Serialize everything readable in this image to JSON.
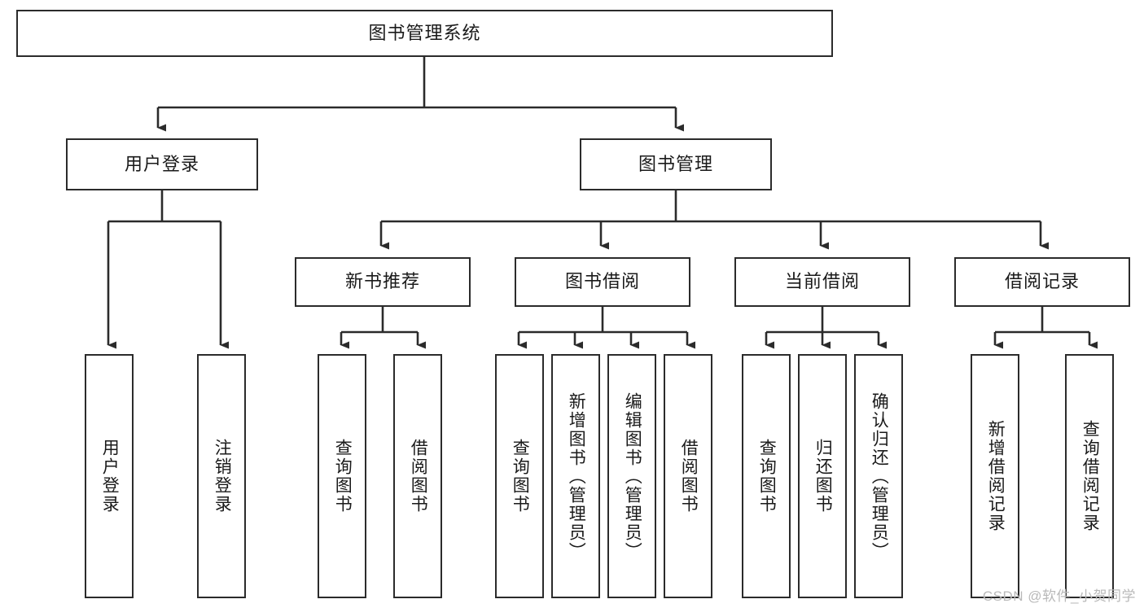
{
  "diagram": {
    "title": "图书管理系统",
    "type": "tree-hierarchy",
    "watermark": "CSDN @软件_小贺同学",
    "colors": {
      "border": "#2b2b2b",
      "background": "#ffffff",
      "text": "#1a1a1a",
      "edge": "#2b2b2b",
      "watermark": "#b9b9b9"
    },
    "root": {
      "label": "图书管理系统"
    },
    "level2": [
      {
        "label": "用户登录"
      },
      {
        "label": "图书管理"
      }
    ],
    "level3": [
      {
        "label": "新书推荐"
      },
      {
        "label": "图书借阅"
      },
      {
        "label": "当前借阅"
      },
      {
        "label": "借阅记录"
      }
    ],
    "leaves": {
      "user_login": [
        {
          "label": "用户登录"
        },
        {
          "label": "注销登录"
        }
      ],
      "new_book_recommend": [
        {
          "label": "查询图书"
        },
        {
          "label": "借阅图书"
        }
      ],
      "book_borrow": [
        {
          "label": "查询图书"
        },
        {
          "label": "新增图书（管理员）"
        },
        {
          "label": "编辑图书（管理员）"
        },
        {
          "label": "借阅图书"
        }
      ],
      "current_borrow": [
        {
          "label": "查询图书"
        },
        {
          "label": "归还图书"
        },
        {
          "label": "确认归还（管理员）"
        }
      ],
      "borrow_records": [
        {
          "label": "新增借阅记录"
        },
        {
          "label": "查询借阅记录"
        }
      ]
    }
  }
}
